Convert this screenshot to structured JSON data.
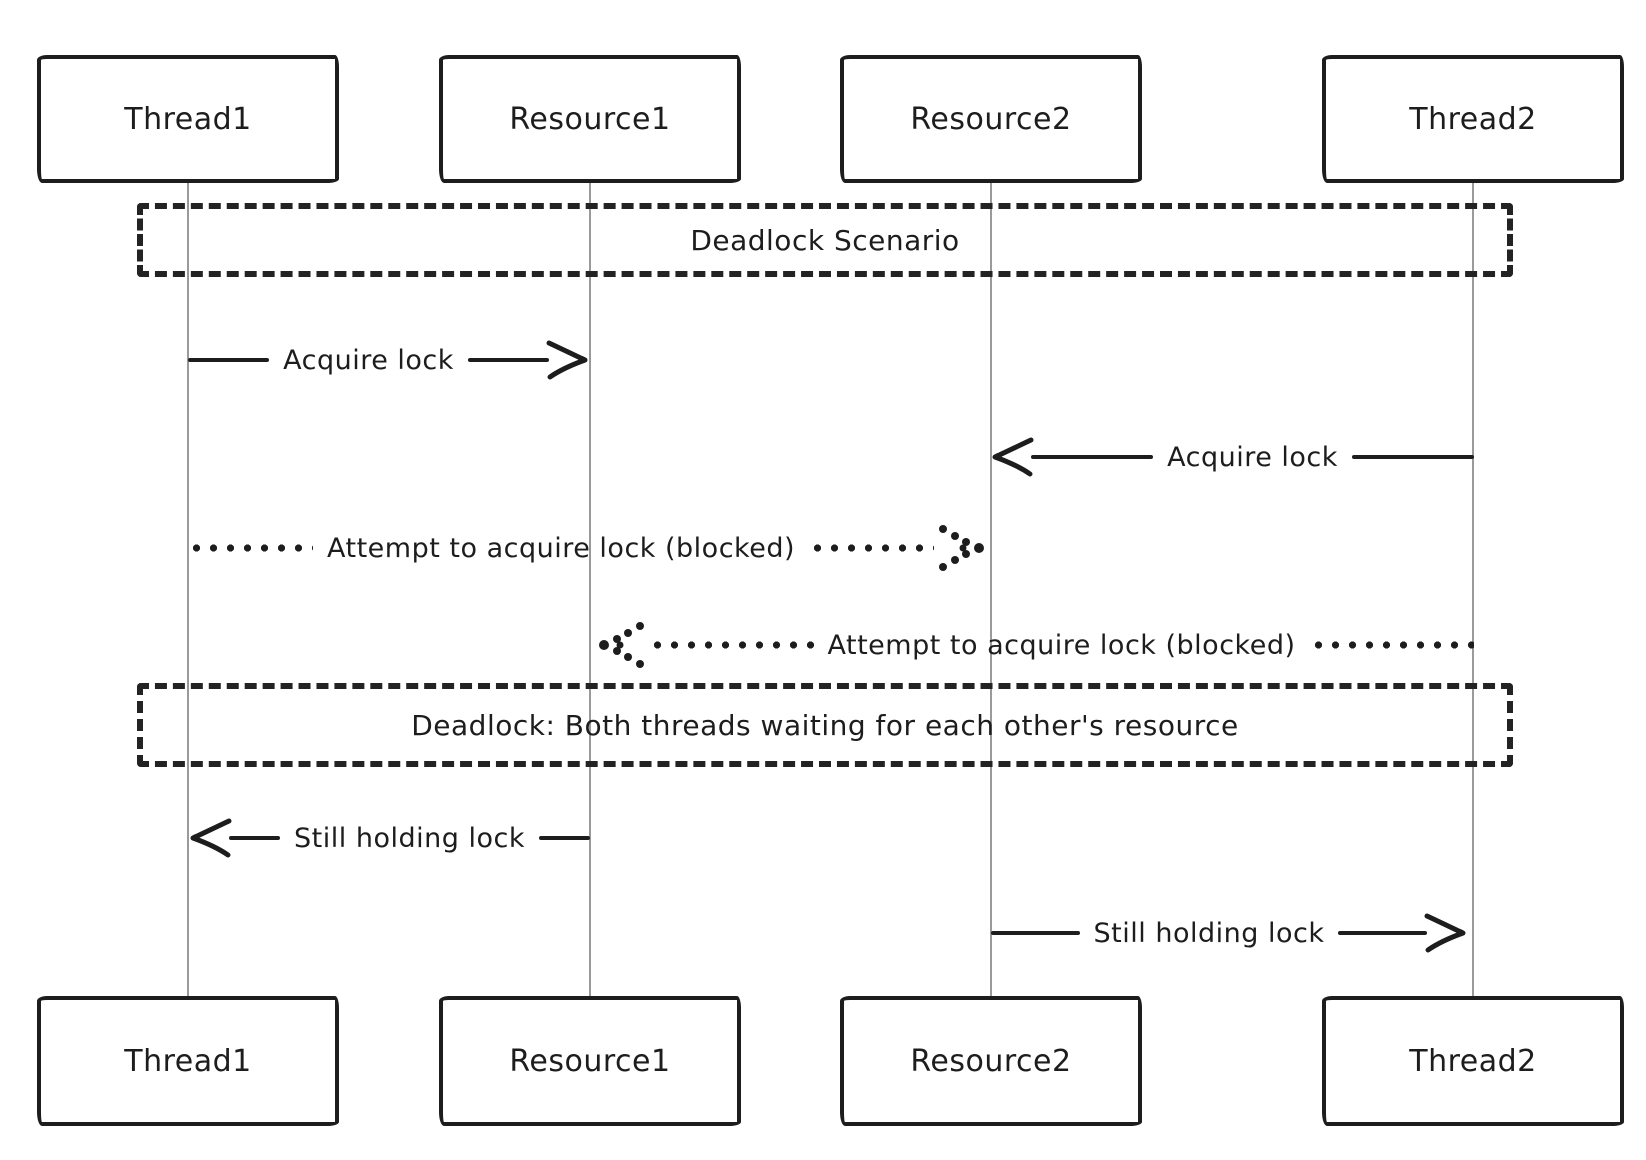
{
  "participants": [
    {
      "label": "Thread1"
    },
    {
      "label": "Resource1"
    },
    {
      "label": "Resource2"
    },
    {
      "label": "Thread2"
    }
  ],
  "frames": [
    {
      "label": "Deadlock Scenario"
    },
    {
      "label": "Deadlock: Both threads waiting for each other's resource"
    }
  ],
  "messages": [
    {
      "label": "Acquire lock",
      "from": "Thread1",
      "to": "Resource1",
      "line": "solid",
      "direction": "right"
    },
    {
      "label": "Acquire lock",
      "from": "Thread2",
      "to": "Resource2",
      "line": "solid",
      "direction": "left"
    },
    {
      "label": "Attempt to acquire lock (blocked)",
      "from": "Thread1",
      "to": "Resource2",
      "line": "dotted",
      "direction": "right"
    },
    {
      "label": "Attempt to acquire lock (blocked)",
      "from": "Thread2",
      "to": "Resource1",
      "line": "dotted",
      "direction": "left"
    },
    {
      "label": "Still holding lock",
      "from": "Resource1",
      "to": "Thread1",
      "line": "solid",
      "direction": "left"
    },
    {
      "label": "Still holding lock",
      "from": "Resource2",
      "to": "Thread2",
      "line": "solid",
      "direction": "right"
    }
  ],
  "colors": {
    "stroke": "#1d1d1d",
    "lifeline": "#9a9a9a",
    "background": "#ffffff"
  }
}
